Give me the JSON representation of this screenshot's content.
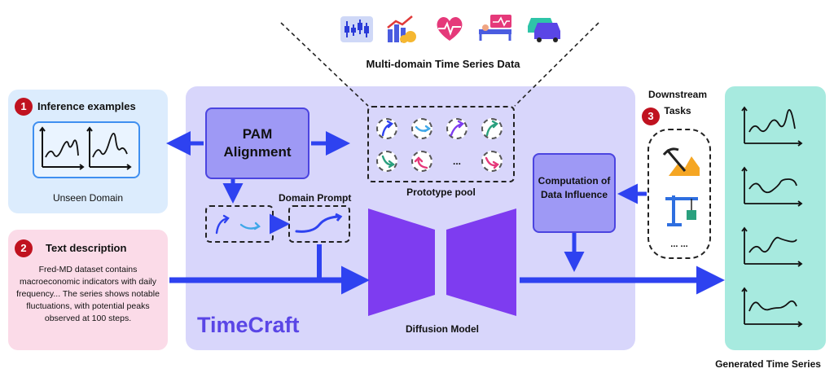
{
  "top": {
    "title": "Multi-domain Time Series Data",
    "icons": [
      "stock-chart-icon",
      "finance-growth-icon",
      "heart-rate-icon",
      "hospital-monitor-icon",
      "traffic-cars-icon"
    ]
  },
  "inference": {
    "number": "1",
    "title": "Inference examples",
    "domain_label": "Unseen Domain"
  },
  "text_desc": {
    "number": "2",
    "title": "Text description",
    "body": "Fred-MD dataset contains macroeconomic indicators with daily frequency... The series shows notable fluctuations, with potential peaks observed at 100 steps."
  },
  "pam": {
    "label": "PAM Alignment"
  },
  "domain_prompt": {
    "label": "Domain Prompt"
  },
  "prototype_pool": {
    "label": "Prototype pool",
    "ellipsis": "..."
  },
  "influence": {
    "label": "Computation of Data Influence"
  },
  "diffusion": {
    "label": "Diffusion Model"
  },
  "brand": {
    "name": "TimeCraft"
  },
  "downstream": {
    "number": "3",
    "title": "Downstream Tasks",
    "ellipsis": "... ..."
  },
  "generated": {
    "label": "Generated Time Series"
  },
  "colors": {
    "arrow": "#2e42f0",
    "main_panel": "#d8d6fb",
    "pam_fill": "#9e99f5",
    "trapezoid": "#7e3cf0",
    "inference_bg": "#dcecfd",
    "text_bg": "#fbdbe8",
    "generated_bg": "#a7eadf",
    "brand": "#5a46e6"
  }
}
